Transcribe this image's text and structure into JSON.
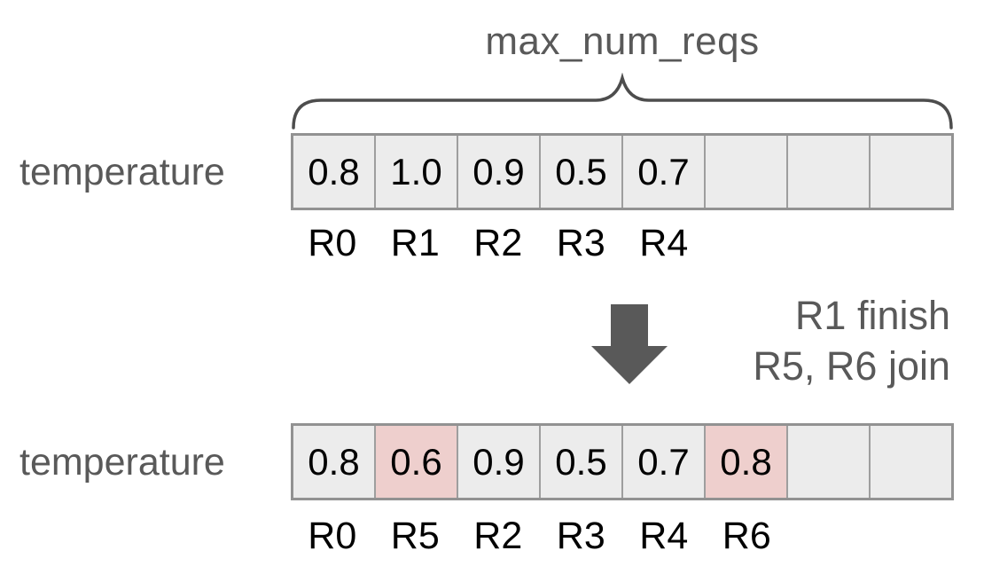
{
  "brace": {
    "label": "max_num_reqs"
  },
  "colors": {
    "cell_fill": "#ececec",
    "cell_highlight": "#eecfcd",
    "cell_border": "#9e9e9e",
    "outer_border": "#929292",
    "gray_text": "#595959",
    "arrow": "#595959",
    "value_text": "#000000"
  },
  "stage_before": {
    "row_label": "temperature",
    "cell_values": [
      "0.8",
      "1.0",
      "0.9",
      "0.5",
      "0.7",
      "",
      "",
      ""
    ],
    "highlighted_cells": [],
    "request_labels": [
      "R0",
      "R1",
      "R2",
      "R3",
      "R4",
      "",
      "",
      ""
    ]
  },
  "transition": {
    "arrow_icon": "down-arrow",
    "note_line1": "R1 finish",
    "note_line2": "R5, R6 join"
  },
  "stage_after": {
    "row_label": "temperature",
    "cell_values": [
      "0.8",
      "0.6",
      "0.9",
      "0.5",
      "0.7",
      "0.8",
      "",
      ""
    ],
    "highlighted_cells": [
      1,
      5
    ],
    "request_labels": [
      "R0",
      "R5",
      "R2",
      "R3",
      "R4",
      "R6",
      "",
      ""
    ]
  }
}
